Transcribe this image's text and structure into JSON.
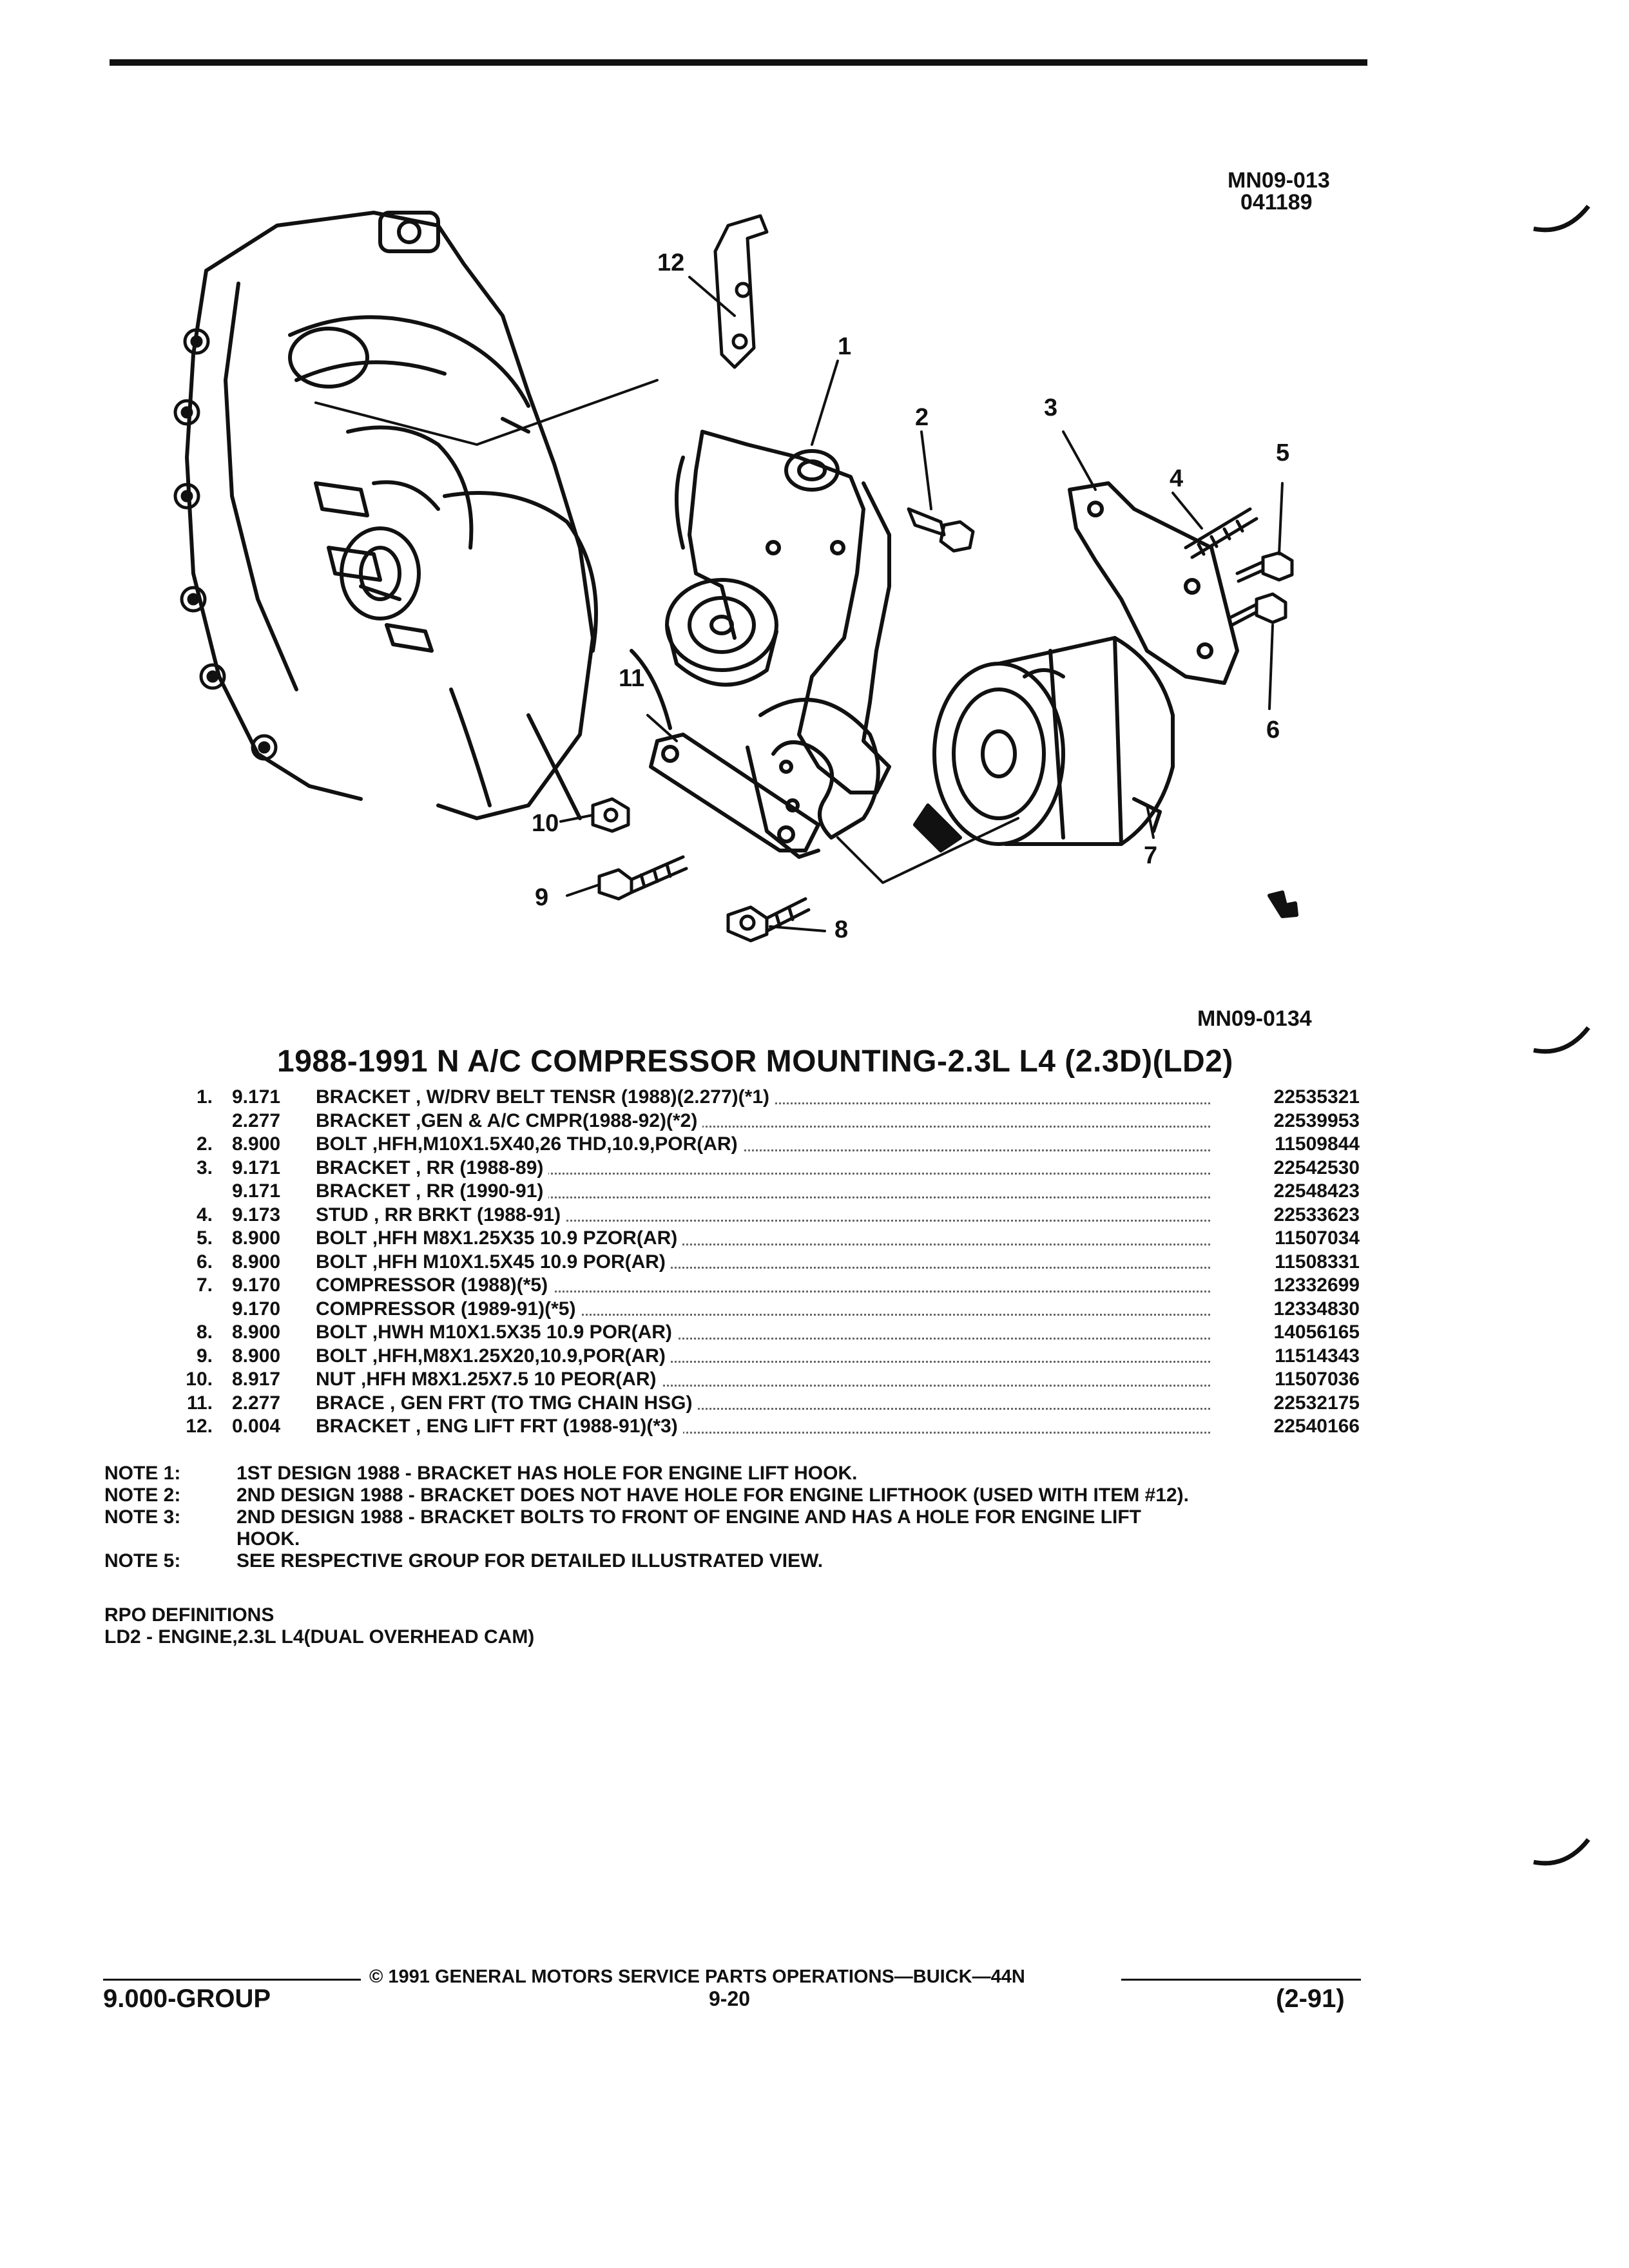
{
  "header": {
    "code1": "MN09-013",
    "code2": "041189"
  },
  "diagram": {
    "callouts": [
      "1",
      "2",
      "3",
      "4",
      "5",
      "6",
      "7",
      "8",
      "9",
      "10",
      "11",
      "12"
    ],
    "figure_code": "MN09-0134"
  },
  "title": "1988-1991 N A/C COMPRESSOR MOUNTING-2.3L L4 (2.3D)(LD2)",
  "parts": [
    {
      "no": "1.",
      "group": "9.171",
      "desc": "BRACKET , W/DRV BELT TENSR (1988)(2.277)(*1)",
      "pn": "22535321"
    },
    {
      "no": "",
      "group": "2.277",
      "desc": "BRACKET ,GEN & A/C CMPR(1988-92)(*2)",
      "pn": "22539953"
    },
    {
      "no": "2.",
      "group": "8.900",
      "desc": "BOLT ,HFH,M10X1.5X40,26 THD,10.9,POR(AR)",
      "pn": "11509844"
    },
    {
      "no": "3.",
      "group": "9.171",
      "desc": "BRACKET , RR (1988-89)",
      "pn": "22542530"
    },
    {
      "no": "",
      "group": "9.171",
      "desc": "BRACKET , RR (1990-91)",
      "pn": "22548423"
    },
    {
      "no": "4.",
      "group": "9.173",
      "desc": "STUD , RR BRKT (1988-91)",
      "pn": "22533623"
    },
    {
      "no": "5.",
      "group": "8.900",
      "desc": "BOLT ,HFH M8X1.25X35 10.9 PZOR(AR)",
      "pn": "11507034"
    },
    {
      "no": "6.",
      "group": "8.900",
      "desc": "BOLT ,HFH M10X1.5X45 10.9 POR(AR)",
      "pn": "11508331"
    },
    {
      "no": "7.",
      "group": "9.170",
      "desc": "COMPRESSOR (1988)(*5)",
      "pn": "12332699"
    },
    {
      "no": "",
      "group": "9.170",
      "desc": "COMPRESSOR (1989-91)(*5)",
      "pn": "12334830"
    },
    {
      "no": "8.",
      "group": "8.900",
      "desc": "BOLT ,HWH M10X1.5X35 10.9 POR(AR)",
      "pn": "14056165"
    },
    {
      "no": "9.",
      "group": "8.900",
      "desc": "BOLT ,HFH,M8X1.25X20,10.9,POR(AR)",
      "pn": "11514343"
    },
    {
      "no": "10.",
      "group": "8.917",
      "desc": "NUT ,HFH M8X1.25X7.5 10 PEOR(AR)",
      "pn": "11507036"
    },
    {
      "no": "11.",
      "group": "2.277",
      "desc": "BRACE , GEN FRT (TO TMG CHAIN HSG)",
      "pn": "22532175"
    },
    {
      "no": "12.",
      "group": "0.004",
      "desc": "BRACKET , ENG LIFT FRT (1988-91)(*3)",
      "pn": "22540166"
    }
  ],
  "notes": [
    {
      "label": "NOTE 1:",
      "text": "1ST DESIGN 1988 - BRACKET HAS HOLE FOR ENGINE LIFT HOOK."
    },
    {
      "label": "NOTE 2:",
      "text": "2ND DESIGN 1988 - BRACKET DOES NOT HAVE HOLE FOR ENGINE LIFTHOOK (USED WITH ITEM #12)."
    },
    {
      "label": "NOTE 3:",
      "text": "2ND DESIGN 1988 - BRACKET BOLTS TO FRONT OF ENGINE AND HAS A HOLE FOR ENGINE LIFT"
    },
    {
      "label": "",
      "text": "HOOK."
    },
    {
      "label": "NOTE 5:",
      "text": "SEE RESPECTIVE GROUP FOR DETAILED ILLUSTRATED VIEW."
    }
  ],
  "rpo": {
    "heading": "RPO DEFINITIONS",
    "line": "LD2 - ENGINE,2.3L L4(DUAL OVERHEAD CAM)"
  },
  "footer": {
    "copyright": "© 1991 GENERAL MOTORS SERVICE PARTS OPERATIONS—BUICK—44N",
    "group": "9.000-GROUP",
    "page": "9-20",
    "date": "(2-91)"
  }
}
